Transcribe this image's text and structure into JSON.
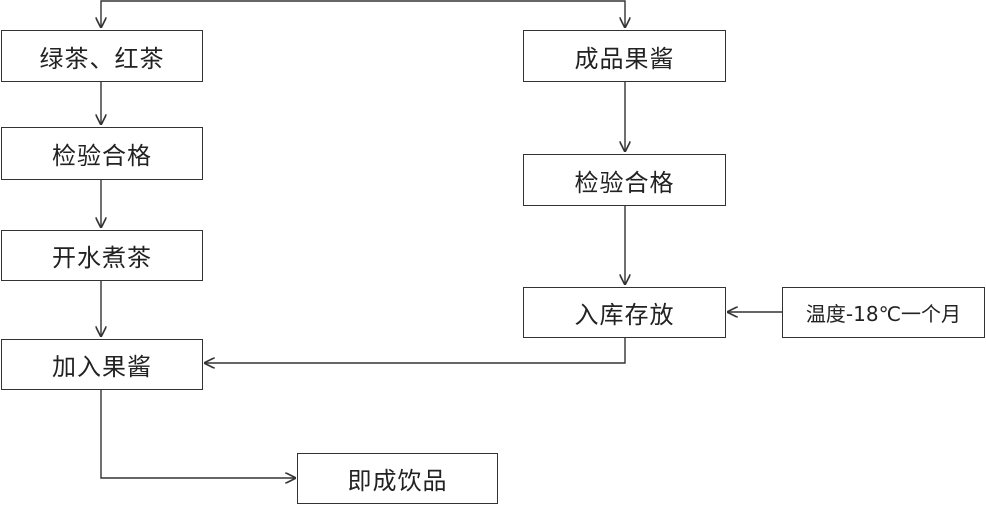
{
  "left_flow": {
    "tea": "绿茶、红茶",
    "inspect": "检验合格",
    "boil": "开水煮茶",
    "add_jam": "加入果酱",
    "ready": "即成饮品"
  },
  "right_flow": {
    "jam": "成品果酱",
    "inspect": "检验合格",
    "storage": "入库存放",
    "storage_condition": "温度-18℃一个月"
  }
}
